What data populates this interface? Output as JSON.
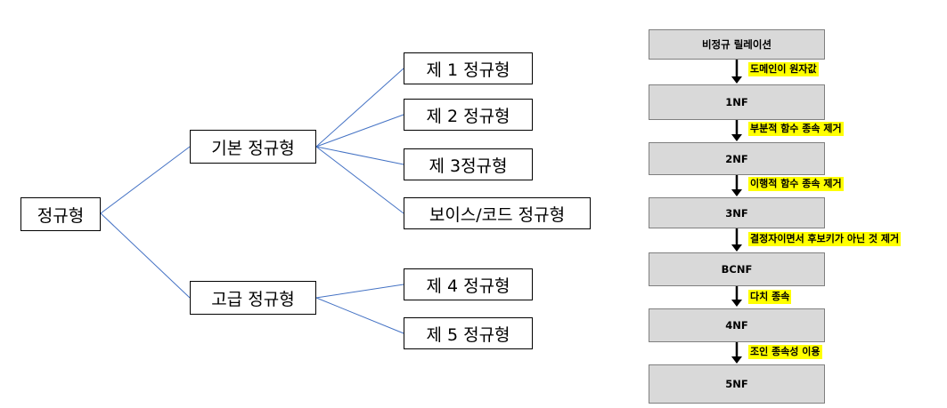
{
  "tree": {
    "root": "정규형",
    "basic": "기본 정규형",
    "advanced": "고급 정규형",
    "nf1": "제 1 정규형",
    "nf2": "제 2 정규형",
    "nf3": "제 3정규형",
    "bcnf": "보이스/코드 정규형",
    "nf4": "제 4 정규형",
    "nf5": "제 5 정규형"
  },
  "flow": {
    "steps": [
      "비정규 릴레이션",
      "1NF",
      "2NF",
      "3NF",
      "BCNF",
      "4NF",
      "5NF"
    ],
    "transitions": [
      "도메인이 원자값",
      "부분적 함수 종속 제거",
      "이행적 함수 종속 제거",
      "결정자이면서 후보키가 아닌 것 제거",
      "다치 종속",
      "조인 종속성 이용"
    ]
  },
  "colors": {
    "connector": "#4472c4",
    "step_fill": "#d9d9d9",
    "highlight": "#ffff00"
  }
}
